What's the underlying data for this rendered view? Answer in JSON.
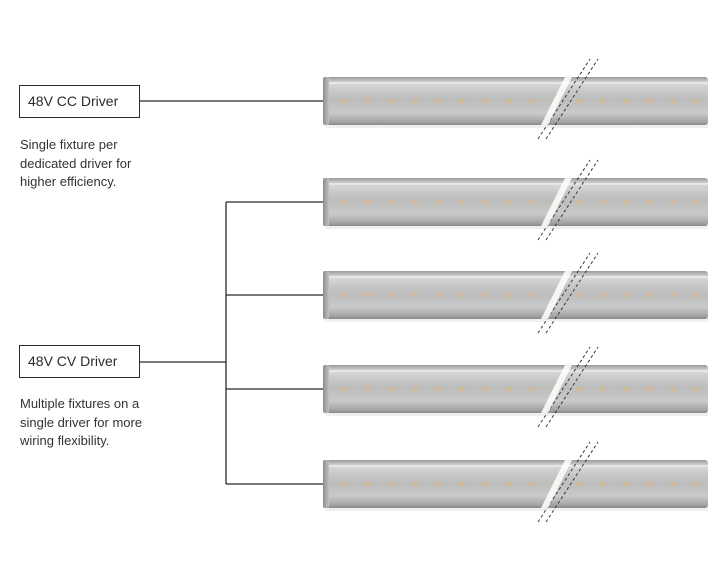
{
  "cc_driver": {
    "label": "48V CC Driver",
    "description": "Single fixture per\ndedicated driver for\nhigher efficiency."
  },
  "cv_driver": {
    "label": "48V CV Driver",
    "description": "Multiple fixtures on a\nsingle driver for more\nwiring flexibility."
  },
  "fixture_count": 5,
  "colors": {
    "line": "#2a2a2a",
    "bar_light": "#d9d9d9",
    "bar_mid": "#b5b5b5",
    "bar_dark": "#8f8f8f",
    "led": "#d6b998"
  }
}
